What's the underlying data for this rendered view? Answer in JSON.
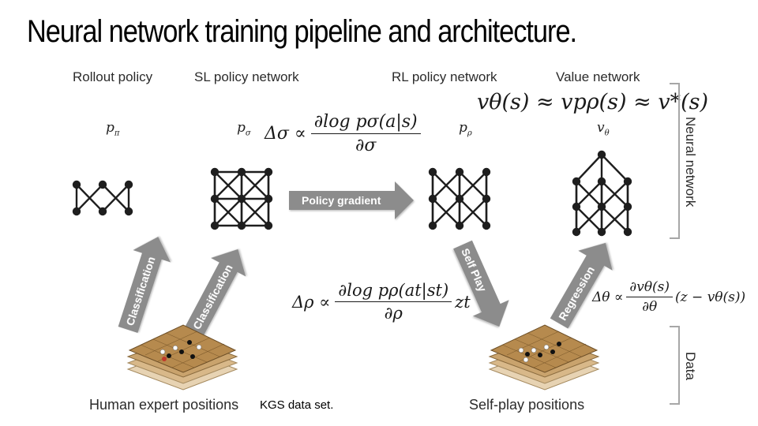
{
  "title": "Neural network training pipeline and architecture.",
  "columns": {
    "rollout": {
      "label": "Rollout policy",
      "symbol": "p",
      "sub": "π"
    },
    "sl": {
      "label": "SL policy network",
      "symbol": "p",
      "sub": "σ"
    },
    "rl": {
      "label": "RL policy network",
      "symbol": "p",
      "sub": "ρ"
    },
    "value": {
      "label": "Value network",
      "symbol": "v",
      "sub": "θ"
    }
  },
  "arrows": {
    "policy_gradient": "Policy gradient",
    "classification_left": "Classification",
    "classification_right": "Classification",
    "self_play": "Self Play",
    "regression": "Regression"
  },
  "side_labels": {
    "neural_network": "Neural network",
    "data": "Data"
  },
  "bottom_labels": {
    "human": "Human expert positions",
    "kgs": "KGS data set.",
    "selfplay": "Self-play positions"
  },
  "equations": {
    "value_approx": "vθ(s) ≈ vpρ(s) ≈ v*(s)",
    "sl_update": {
      "lhs": "Δσ ∝",
      "num": "∂log pσ(a|s)",
      "den": "∂σ"
    },
    "rl_update": {
      "lhs": "Δρ ∝",
      "num": "∂log pρ(at|st)",
      "den": "∂ρ",
      "tail": "zt"
    },
    "value_update": {
      "lhs": "Δθ ∝",
      "num": "∂vθ(s)",
      "den": "∂θ",
      "tail": "(z − vθ(s))"
    }
  },
  "colors": {
    "arrow_gray": "#8c8c8c",
    "node": "#1e1e1e",
    "board": "#b68a4e",
    "bracket": "#a7a7a7"
  }
}
